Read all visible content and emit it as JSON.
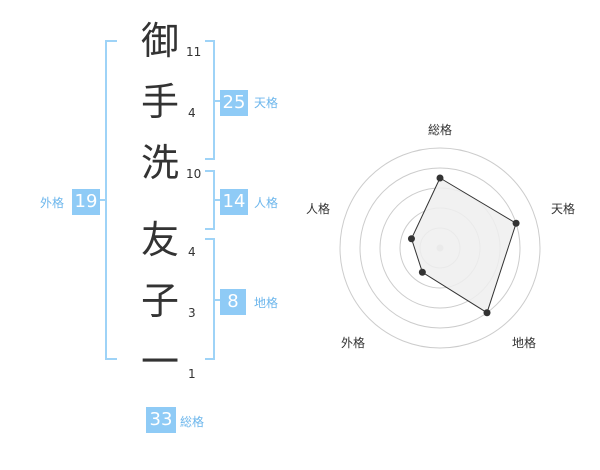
{
  "colors": {
    "accent": "#8fcbf6",
    "accent_text": "#6cb6ec",
    "bracket": "#9ed3f7",
    "ink": "#333333",
    "ring": "#cccccc",
    "fill": "#eeeeee"
  },
  "characters": [
    {
      "char": "御",
      "strokes": "11"
    },
    {
      "char": "手",
      "strokes": "4"
    },
    {
      "char": "洗",
      "strokes": "10"
    },
    {
      "char": "友",
      "strokes": "4"
    },
    {
      "char": "子",
      "strokes": "3"
    },
    {
      "char": "一",
      "strokes": "1"
    }
  ],
  "fortunes": {
    "tenkaku": {
      "value": "25",
      "label": "天格"
    },
    "jinkaku": {
      "value": "14",
      "label": "人格"
    },
    "chikaku": {
      "value": "8",
      "label": "地格"
    },
    "gaikaku": {
      "value": "19",
      "label": "外格"
    },
    "soukaku": {
      "value": "33",
      "label": "総格"
    }
  },
  "radar": {
    "labels": {
      "soukaku": "総格",
      "tenkaku": "天格",
      "chikaku": "地格",
      "gaikaku": "外格",
      "jinkaku": "人格"
    },
    "max": 5,
    "values": {
      "soukaku": 3.5,
      "tenkaku": 4,
      "chikaku": 4,
      "gaikaku": 1.5,
      "jinkaku": 1.5
    }
  }
}
